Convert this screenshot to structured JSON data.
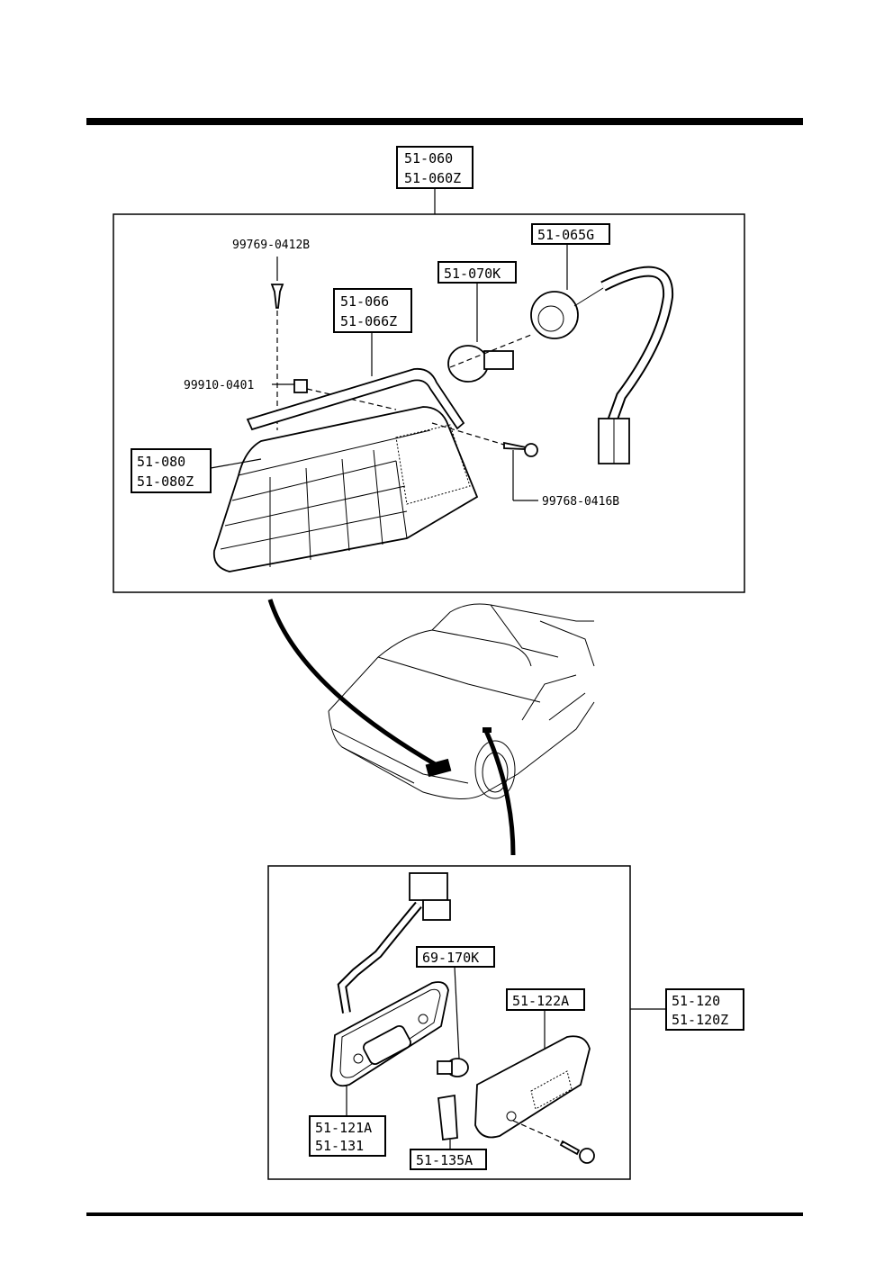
{
  "callouts": {
    "assy_top": [
      "51-060",
      "51-060Z"
    ],
    "socket": [
      "51-065G"
    ],
    "bulb_top": [
      "51-070K"
    ],
    "gasket": [
      "51-066",
      "51-066Z"
    ],
    "lens_top": [
      "51-080",
      "51-080Z"
    ],
    "gasket_bottom": [
      "51-121A",
      "51-131"
    ],
    "bulb_bottom": [
      "69-170K"
    ],
    "lens_bottom": [
      "51-122A"
    ],
    "assy_bottom": [
      "51-120",
      "51-120Z"
    ],
    "pad": [
      "51-135A"
    ]
  },
  "plain_labels": {
    "screw_top": "99769-0412B",
    "nut": "99910-0401",
    "screw_side": "99768-0416B"
  }
}
